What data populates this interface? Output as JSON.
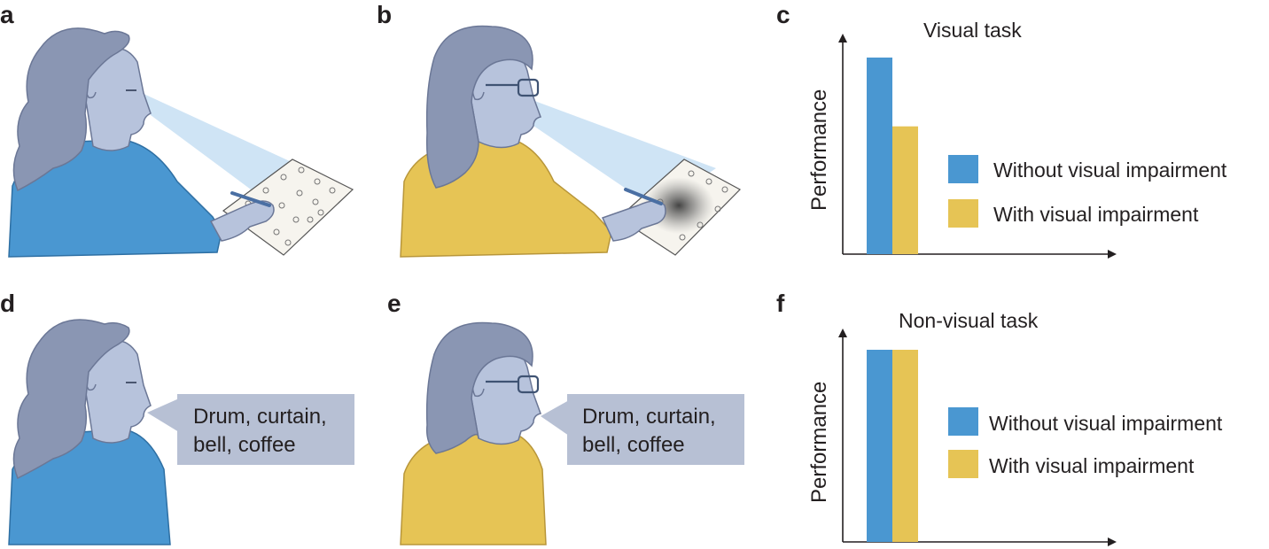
{
  "panels": {
    "a": "a",
    "b": "b",
    "c": "c",
    "d": "d",
    "e": "e",
    "f": "f"
  },
  "colors": {
    "blue": "#4a97d1",
    "yellow": "#e6c455",
    "skin": "#b7c3dc",
    "hair": "#8a96b3",
    "outline": "#6b7796",
    "beam": "#cfe4f5",
    "bubble": "#b7c0d4",
    "paper": "#f6f4ee"
  },
  "speech": {
    "line1": "Drum, curtain,",
    "line2": "bell, coffee"
  },
  "chart_data": [
    {
      "type": "bar",
      "title": "Visual task",
      "ylabel": "Performance",
      "xlabel": "",
      "ylim": [
        0,
        100
      ],
      "series": [
        {
          "name": "Without visual impairment",
          "values": [
            100
          ],
          "color": "#4a97d1"
        },
        {
          "name": "With visual impairment",
          "values": [
            65
          ],
          "color": "#e6c455"
        }
      ]
    },
    {
      "type": "bar",
      "title": "Non-visual task",
      "ylabel": "Performance",
      "xlabel": "",
      "ylim": [
        0,
        100
      ],
      "series": [
        {
          "name": "Without visual impairment",
          "values": [
            100
          ],
          "color": "#4a97d1"
        },
        {
          "name": "With visual impairment",
          "values": [
            100
          ],
          "color": "#e6c455"
        }
      ]
    }
  ]
}
